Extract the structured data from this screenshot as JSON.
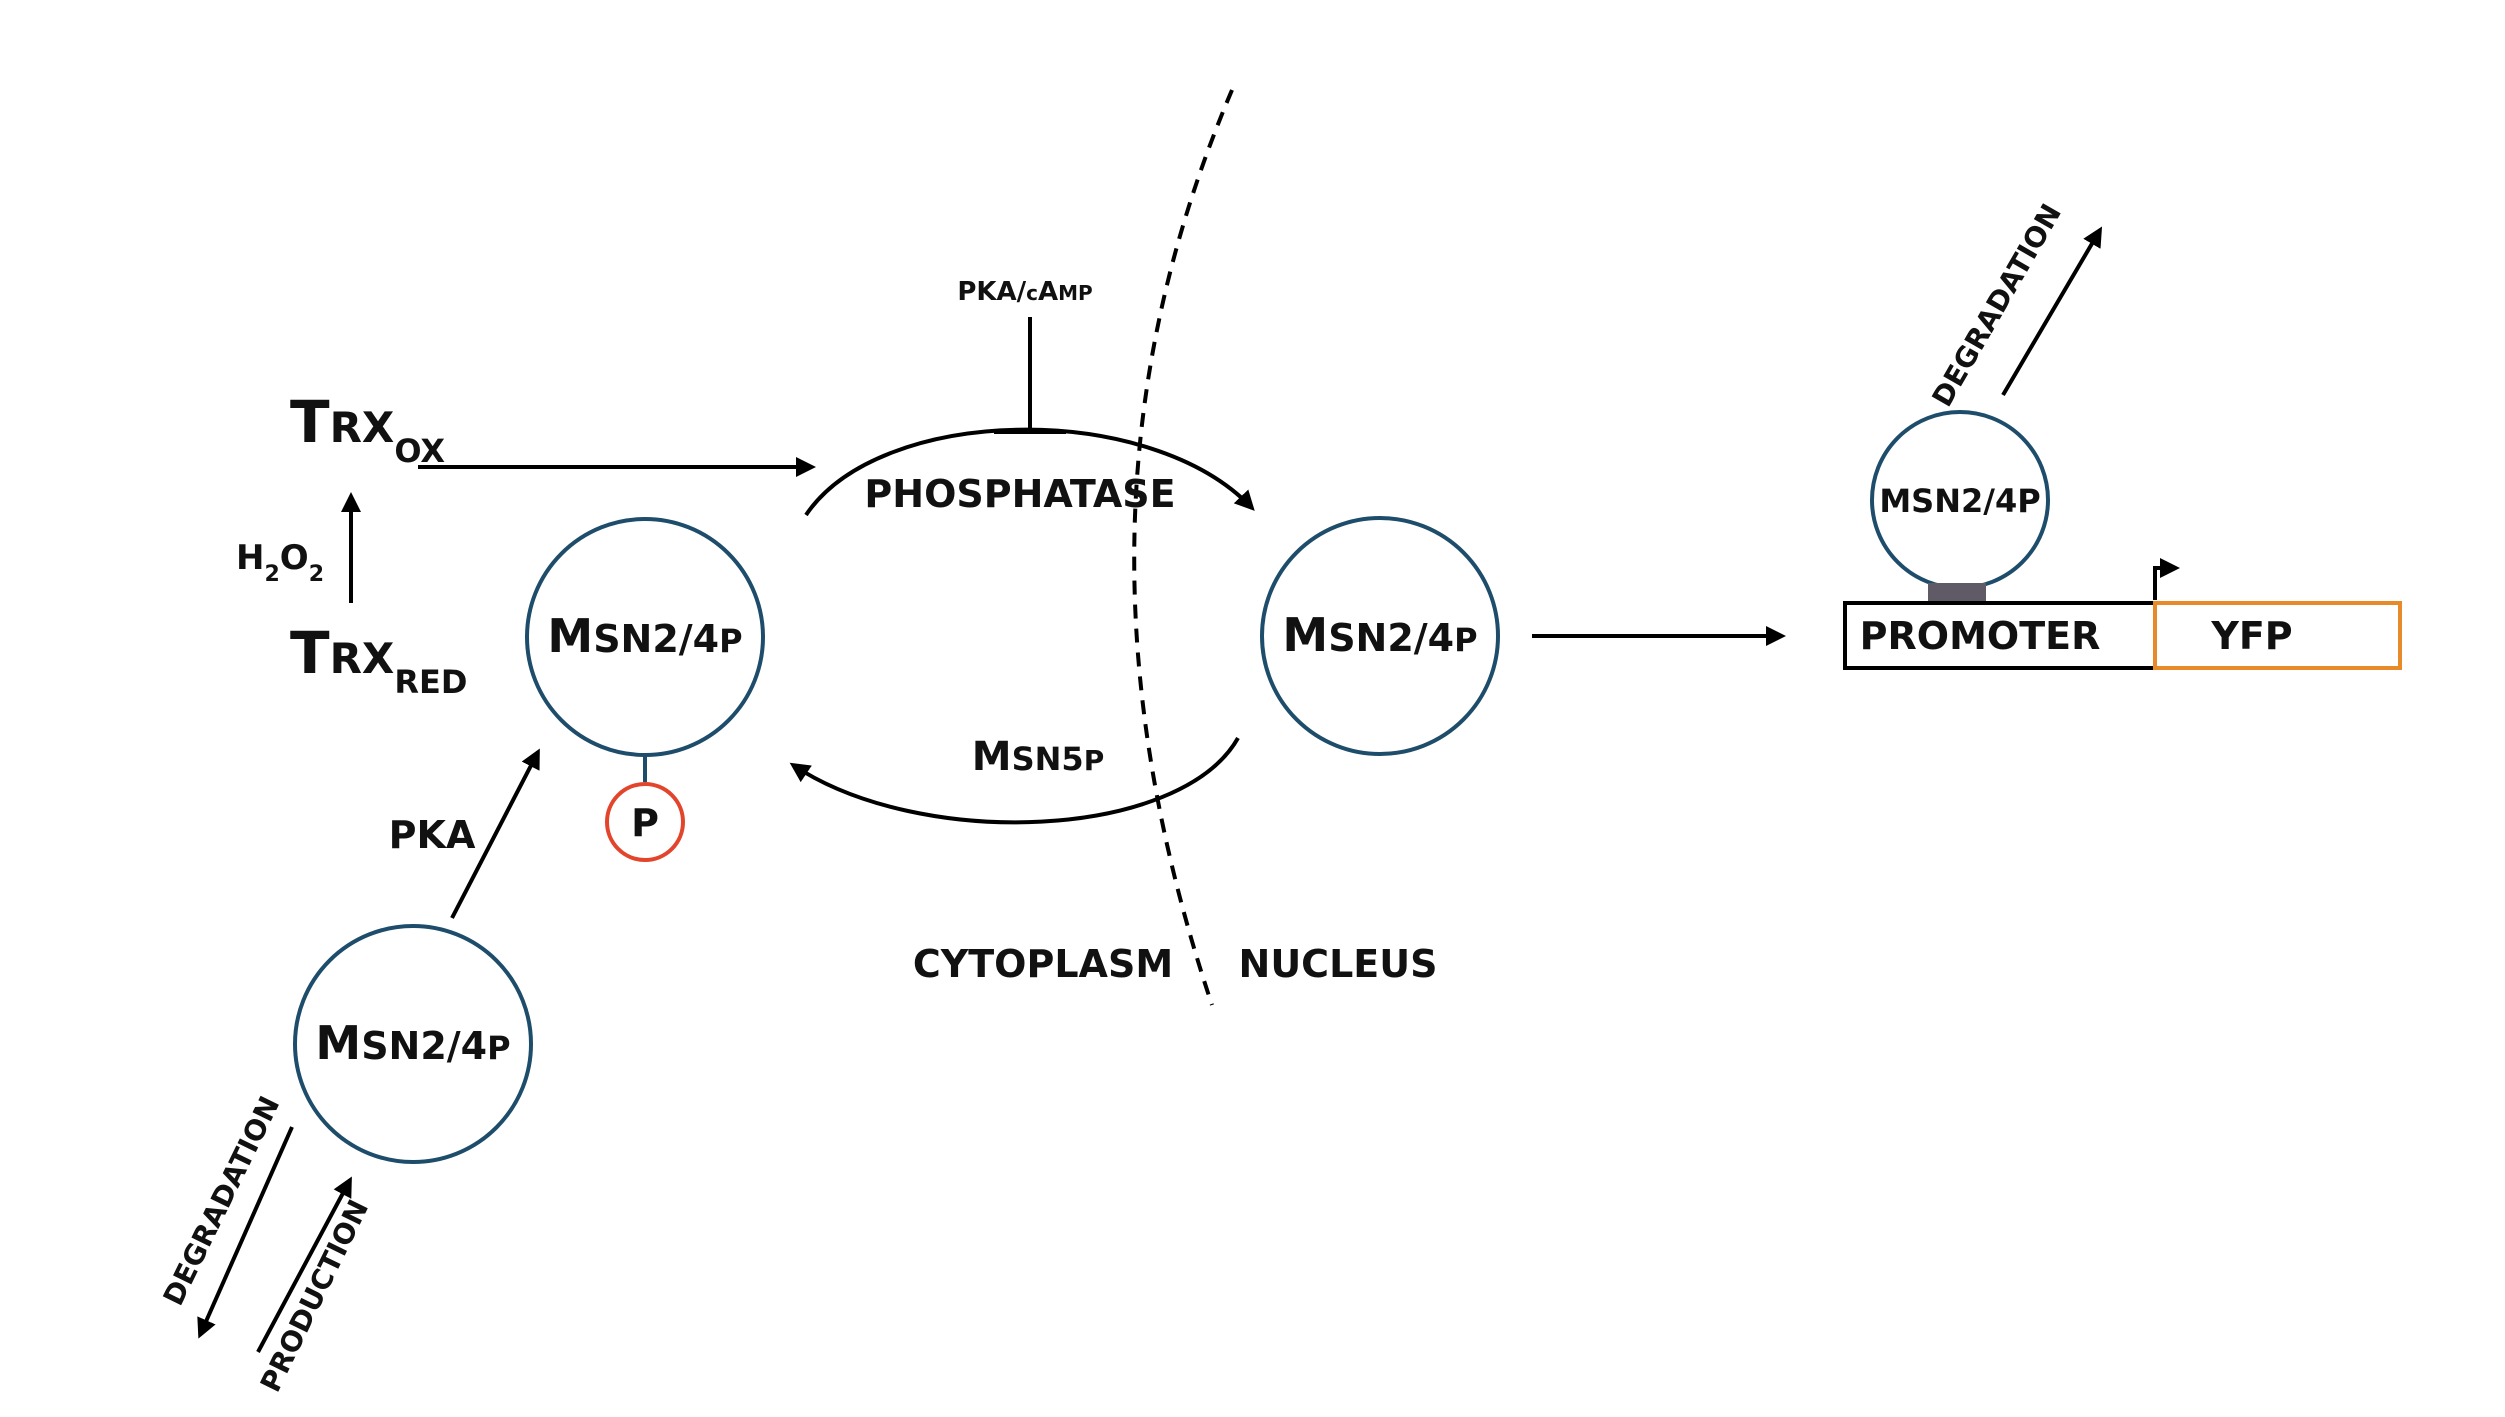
{
  "nodes": {
    "msn_cyto_phospho": {
      "label_big": "M",
      "label_rest": "SN2/4",
      "label_suffix": "P"
    },
    "msn_nucleus": {
      "label_big": "M",
      "label_rest": "SN2/4",
      "label_suffix": "P"
    },
    "msn_bottom": {
      "label_big": "M",
      "label_rest": "SN2/4",
      "label_suffix": "P"
    },
    "msn_promoter": {
      "label": "MSN2/4P"
    },
    "phospho_badge": {
      "label": "P"
    }
  },
  "labels": {
    "trx_ox_main": "T",
    "trx_ox_mid": "RX",
    "trx_ox_sub": "OX",
    "trx_red_main": "T",
    "trx_red_mid": "RX",
    "trx_red_sub": "RED",
    "h2o2_h": "H",
    "h2o2_2a": "2",
    "h2o2_o": "O",
    "h2o2_2b": "2",
    "pka_camp_pka": "PKA/",
    "pka_camp_c": "c",
    "pka_camp_a": "A",
    "pka_camp_mp": "MP",
    "phosphatase": "PHOSPHATASE",
    "msn5p_m": "M",
    "msn5p_rest": "SN5",
    "msn5p_p": "P",
    "pka": "PKA",
    "cytoplasm": "CYTOPLASM",
    "nucleus": "NUCLEUS",
    "degradation_top": "DEGRADATION",
    "degradation_bottom": "DEGRADATION",
    "production": "PRODUCTION",
    "promoter": "PROMOTER",
    "yfp": "YFP"
  },
  "colors": {
    "circle_stroke": "#1e4d6b",
    "phospho_stroke": "#e2452b",
    "yfp_stroke": "#e8892a",
    "binding_site": "#5f5a66"
  }
}
